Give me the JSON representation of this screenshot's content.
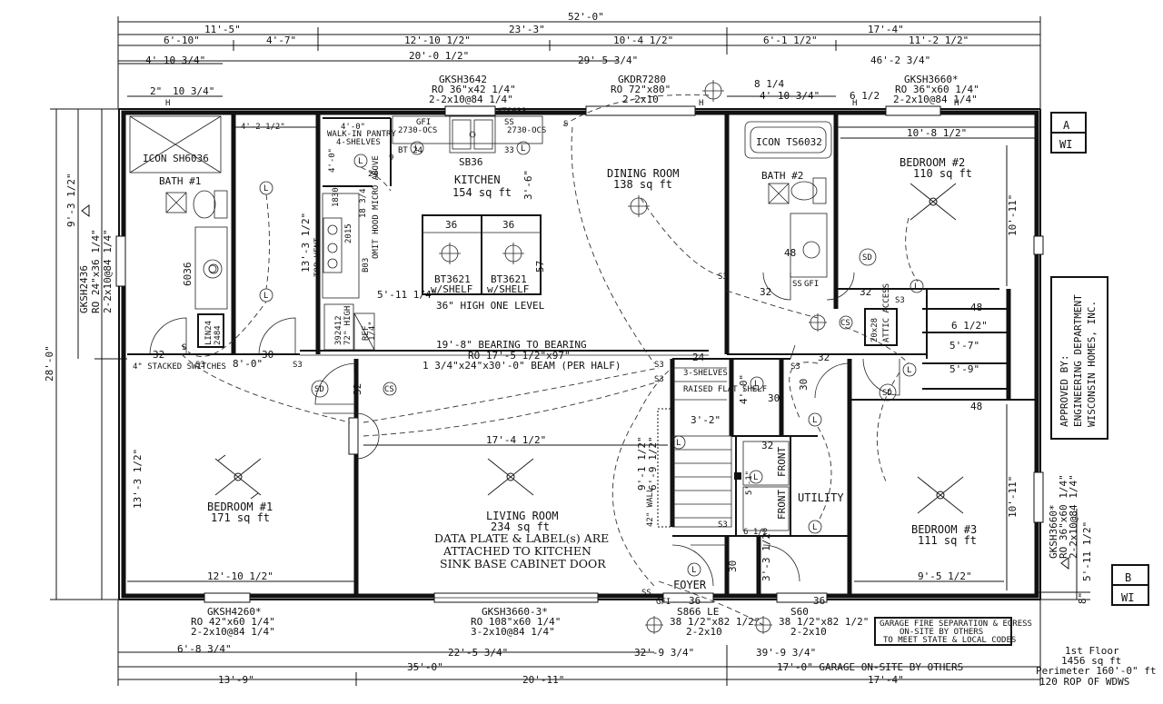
{
  "overall": {
    "width_top": "52'-0\"",
    "depth_left": "28'-0\"",
    "left_depth_upper": "9'-3 1/2\"",
    "left_depth_lower": "13'-3 1/2\"",
    "right_depth_lower": "5'-11 1/2\"",
    "right_small": "8\""
  },
  "top_dims": {
    "row1": [
      "11'-5\"",
      "23'-3\"",
      "17'-4\""
    ],
    "row2": [
      "6'-10\"",
      "4'-7\"",
      "12'-10 1/2\"",
      "10'-4 1/2\"",
      "6'-1 1/2\"",
      "11'-2 1/2\""
    ],
    "row3": [
      "4'-10 3/4\"",
      "20'-0 1/2\"",
      "29'-5 3/4\"",
      "46'-2 3/4\""
    ],
    "small": [
      "2\"",
      "10 3/4\"",
      "8 1/4",
      "4'-10 3/4\"",
      "6 1/2"
    ]
  },
  "bottom_dims": {
    "row1": [
      "6'-8 3/4\"",
      "22'-5 3/4\"",
      "32'-9 3/4\"",
      "39'-9 3/4\""
    ],
    "row2": [
      "35'-0\"",
      "17'-0\"  GARAGE ON-SITE BY OTHERS"
    ],
    "row3": [
      "13'-9\"",
      "20'-11\"",
      "17'-4\""
    ]
  },
  "windows": [
    {
      "code": "GKSH3642",
      "ro": "RO 36\"x42 1/4\"",
      "hdr": "2-2x10@84 1/4\""
    },
    {
      "code": "GKDR7280",
      "ro": "RO 72\"x80\"",
      "hdr": "2-2x10"
    },
    {
      "code": "GKSH3660*",
      "ro": "RO 36\"x60 1/4\"",
      "hdr": "2-2x10@84 1/4\""
    },
    {
      "code": "GKSH2436",
      "ro": "RO 24\"x36 1/4\"",
      "hdr": "2-2x10@84 1/4\""
    },
    {
      "code": "GKSH4260*",
      "ro": "RO 42\"x60 1/4\"",
      "hdr": "2-2x10@84 1/4\""
    },
    {
      "code": "GKSH3660-3*",
      "ro": "RO 108\"x60 1/4\"",
      "hdr": "3-2x10@84 1/4\""
    },
    {
      "code": "S866 LE",
      "ro": "38 1/2\"x82 1/2\"",
      "hdr": "2-2x10"
    },
    {
      "code": "S60",
      "ro": "38 1/2\"x82 1/2\"",
      "hdr": "2-2x10"
    },
    {
      "code": "GKSH3660*",
      "ro": "RO 36\"x60 1/4\"",
      "hdr": "2-2x10@84 1/4\""
    }
  ],
  "rooms": {
    "kitchen": {
      "name": "KITCHEN",
      "area": "154 sq ft"
    },
    "dining": {
      "name": "DINING ROOM",
      "area": "138 sq ft"
    },
    "bath1": {
      "name": "BATH #1"
    },
    "bath2": {
      "name": "BATH #2"
    },
    "bedroom1": {
      "name": "BEDROOM #1",
      "area": "171 sq ft"
    },
    "bedroom2": {
      "name": "BEDROOM #2",
      "area": "110 sq ft"
    },
    "bedroom3": {
      "name": "BEDROOM #3",
      "area": "111 sq ft"
    },
    "living": {
      "name": "LIVING ROOM",
      "area": "234 sq ft"
    },
    "utility": {
      "name": "UTILITY"
    },
    "foyer": {
      "name": "FOYER"
    }
  },
  "fixtures": {
    "shower1": "ICON SH6036",
    "tub2": "ICON TS6032",
    "sink": "SB36",
    "island": [
      "BT3621",
      "BT3621"
    ],
    "island_shelf": [
      "w/SHELF",
      "w/SHELF"
    ],
    "island_island": [
      "36",
      "36"
    ],
    "island_note": "36\" HIGH ONE LEVEL",
    "pantry": [
      "4'-0\"",
      "WALK-IN PANTRY",
      "4-SHELVES"
    ],
    "cab_a": "2730-OCS",
    "cab_b": "2730-OCS",
    "lin": [
      "LIN24",
      "2484"
    ],
    "ref_cab": [
      "392412",
      "72\" HIGH"
    ],
    "ref": "REF",
    "bath1_vanity": "6036",
    "attic": [
      "20x28",
      "ATTIC ACCESS"
    ],
    "shelves": "3-SHELVES",
    "raised_shelf": "RAISED FLAT SHELF",
    "front1": "FRONT",
    "front2": "FRONT",
    "stair_wall": "42\" WALL",
    "vent": "OMIT HOOD MICRO ABOVE",
    "top_vent": "TOP VENT",
    "bt24": "BT 24",
    "b33": "33",
    "b03": "B03",
    "d2015": "2015",
    "d1830": "1830",
    "ts633": "#TS633"
  },
  "interior_dims": {
    "beam": "19'-8\" BEARING TO BEARING",
    "beam_ro": "RO 17'-5 1/2\"x97\"",
    "beam_spec": "1 3/4\"x24\"x30'-0\" BEAM (PER HALF)",
    "living_width": "17'-4 1/2\"",
    "kitchen_depth": "13'-3 1/2\"",
    "kitchen_depth2": "3'-6\"",
    "kitchen_small": "5'-11 1/4\"",
    "stair_1": "9'-1 1/2\"",
    "stair_2": "6'-9 1/2\"",
    "stair_3": "3'-2\"",
    "closet_1": "4'-0\"",
    "bedroom1_width": "12'-10 1/2\"",
    "bedroom2_width": "10'-8 1/2\"",
    "bedroom2_height": "10'-11\"",
    "bedroom3_height": "10'-11\"",
    "bedroom3_width": "9'-5 1/2\"",
    "hall_1": "6 1/2\"",
    "hall_2": "5'-7\"",
    "hall_3": "5'-9\"",
    "bath1_left": "4'-2 1/2\"",
    "pantry_h": "4'-0\"",
    "stacked": "4\" STACKED SWITCHES",
    "hall_8": "8'-0\"",
    "foyer_36": "36",
    "s60_36": "36",
    "door_32": "32",
    "door_30": "30",
    "door_48": "48",
    "door_24": "24",
    "door_9": "9",
    "door_18_3_4": "18 3/4",
    "door_1_4": "1/4\"",
    "foyer_30": "30",
    "foyer_3_3_4": "3'-3 1/2\"",
    "ut_32": "32",
    "ut_6_1_2": "6 1/2",
    "ut_30": "30",
    "v_2736": "5'-1\""
  },
  "notes": {
    "data_plate": [
      "DATA PLATE & LABEL(s) ARE",
      "ATTACHED TO KITCHEN",
      "SINK BASE CABINET DOOR"
    ],
    "garage": [
      "GARAGE FIRE SEPARATION & EGRESS",
      "ON-SITE BY OTHERS",
      "TO MEET STATE & LOCAL CODES"
    ],
    "approval": [
      "APPROVED BY:",
      "ENGINEERING DEPARTMENT",
      "WISCONSIN HOMES, INC."
    ],
    "floor_info": [
      "1st Floor",
      "1456 sq ft",
      "Perimeter 160'-0\" ft",
      "120 ROP OF WDWS"
    ]
  },
  "sections": {
    "a": [
      "A",
      "WI"
    ],
    "b": [
      "B",
      "WI"
    ]
  },
  "symbols": {
    "light": "L",
    "fan": "F",
    "smoke": "SD",
    "co": "CS",
    "gfi": "GFI",
    "s3": "S3",
    "s": "S",
    "ss": "SS",
    "h": "H"
  }
}
